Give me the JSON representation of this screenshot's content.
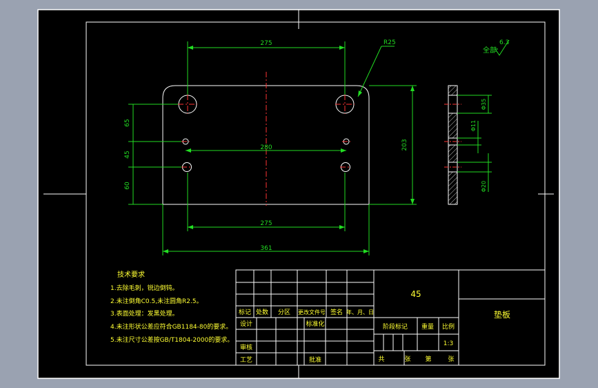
{
  "drawing": {
    "surface_roughness": {
      "prefix": "全部",
      "value": "6.3"
    },
    "dimensions": {
      "top_hole_spacing": "275",
      "corner_radius": "R25",
      "small_hole_spacing": "280",
      "bottom_hole_spacing": "275",
      "overall_width": "361",
      "overall_height": "203",
      "left_dim_upper": "65",
      "left_dim_mid": "45",
      "left_dim_lower": "60",
      "side_large_hole": "Φ35",
      "side_small_hole": "Φ11",
      "side_mid_hole": "Φ20"
    }
  },
  "technical_requirements": {
    "title": "技术要求",
    "items": [
      "1.去除毛刺，锐边倒钝。",
      "2.未注倒角C0.5,未注圆角R2.5。",
      "3.表面处理：发黑处理。",
      "4.未注形状公差应符合GB1184-80的要求。",
      "5.未注尺寸公差按GB/T1804-2000的要求。"
    ]
  },
  "title_block": {
    "material": "45",
    "part_name": "垫板",
    "header_labels": [
      "标记",
      "处数",
      "分区",
      "更改文件号",
      "签名",
      "年、月、日"
    ],
    "designer_label": "设计",
    "standardization_label": "标准化",
    "reviewer_label": "审核",
    "process_label": "工艺",
    "approval_label": "批准",
    "stage_mark_label": "阶段标记",
    "weight_label": "重量",
    "scale_label": "比例",
    "scale_value": "1:3",
    "sheets_total_label": "共",
    "sheets_unit_label": "张",
    "sheet_no_label": "第",
    "sheet_no_unit": "张"
  }
}
